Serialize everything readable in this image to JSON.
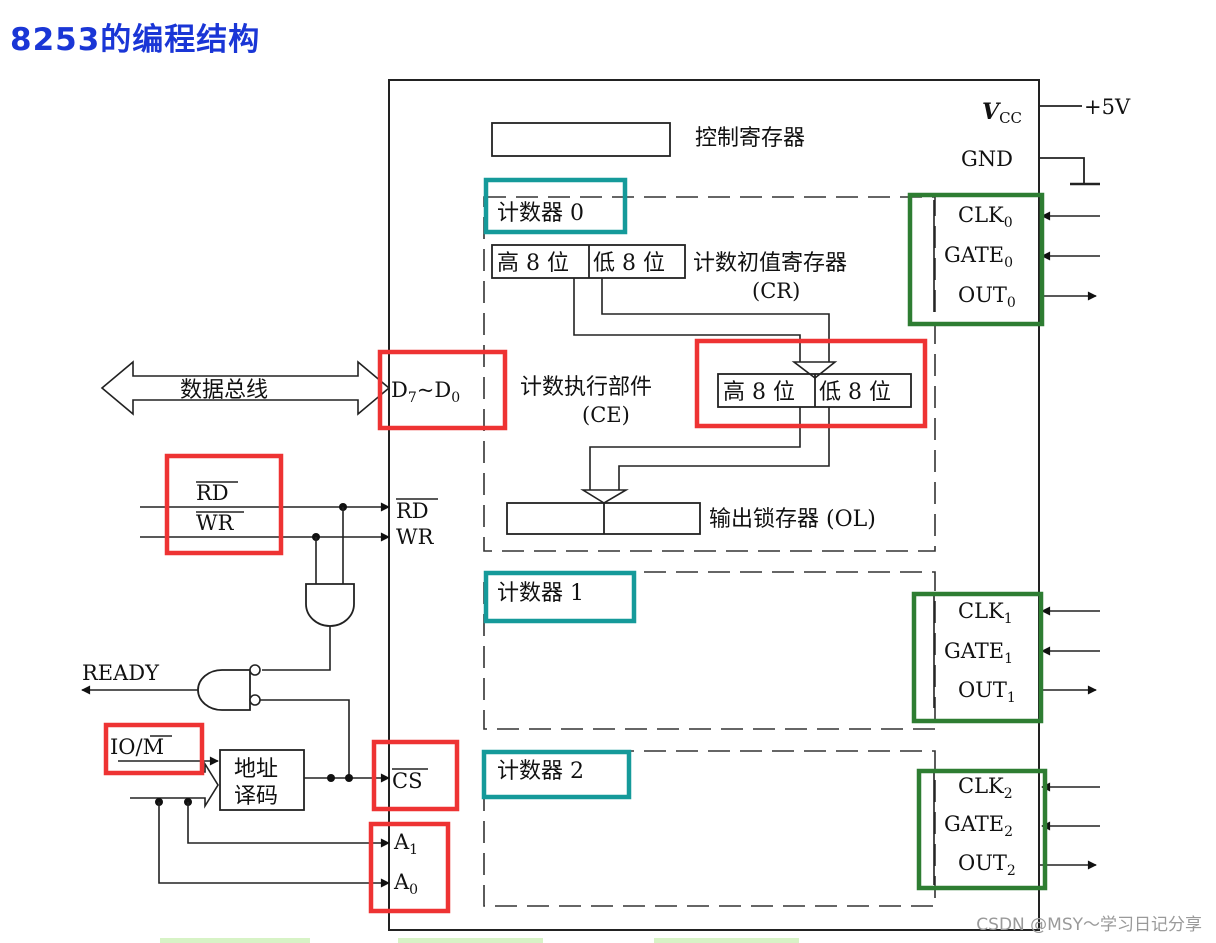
{
  "title": "8253的编程结构",
  "watermark": "CSDN @MSY～学习日记分享",
  "chip": {
    "control_register": "控制寄存器",
    "power": {
      "vcc": "V",
      "vcc_sub": "CC",
      "vcc_value": "+5V",
      "gnd": "GND"
    },
    "data_pin": {
      "base": "D",
      "sub1": "7",
      "sep": "~D",
      "sub2": "0"
    },
    "rd": "RD",
    "wr": "WR",
    "cs": "CS",
    "a1": {
      "base": "A",
      "sub": "1"
    },
    "a0": {
      "base": "A",
      "sub": "0"
    }
  },
  "counter0": {
    "title": "计数器 0",
    "cr_high": "高 8 位",
    "cr_low": "低 8 位",
    "cr_label": "计数初值寄存器",
    "cr_abbr": "(CR)",
    "ce_label": "计数执行部件",
    "ce_abbr": "(CE)",
    "ce_high": "高 8 位",
    "ce_low": "低 8 位",
    "ol_label": "输出锁存器 (OL)"
  },
  "counter1": {
    "title": "计数器 1"
  },
  "counter2": {
    "title": "计数器 2"
  },
  "pins": [
    {
      "clk": "CLK",
      "gate": "GATE",
      "out": "OUT",
      "sub": "0"
    },
    {
      "clk": "CLK",
      "gate": "GATE",
      "out": "OUT",
      "sub": "1"
    },
    {
      "clk": "CLK",
      "gate": "GATE",
      "out": "OUT",
      "sub": "2"
    }
  ],
  "external": {
    "data_bus": "数据总线",
    "rd": "RD",
    "wr": "WR",
    "ready": "READY",
    "iom": {
      "io": "IO/",
      "m": "M"
    },
    "decoder_line1": "地址",
    "decoder_line2": "译码"
  },
  "colors": {
    "red": "#ee3333",
    "teal": "#159a9a",
    "green": "#2e7d32"
  }
}
